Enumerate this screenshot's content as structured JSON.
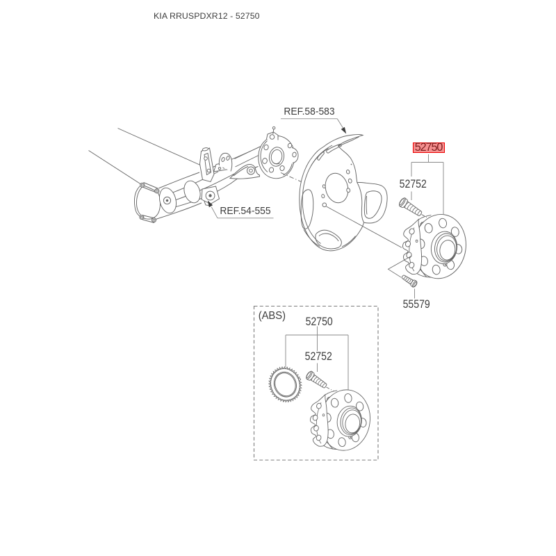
{
  "page": {
    "title": "KIA RRUSPDXR12 - 52750",
    "background": "#ffffff"
  },
  "colors": {
    "highlight_fill": "#f59090",
    "highlight_border": "#ee0000",
    "highlight_text": "#7e1f1f",
    "drawing_line": "#666666",
    "label_text": "#3c3c3c"
  },
  "callouts": {
    "ref_backing_plate": {
      "label": "REF.58-583"
    },
    "ref_rear_axle": {
      "label": "REF.54-555"
    },
    "hub_assembly": {
      "label": "52750",
      "highlighted": true
    },
    "hub_bolt": {
      "label": "52752"
    },
    "wheel_stud": {
      "label": "55579"
    }
  },
  "abs_inset": {
    "caption": "(ABS)",
    "hub_assembly": {
      "label": "52750"
    },
    "hub_bolt": {
      "label": "52752"
    }
  }
}
